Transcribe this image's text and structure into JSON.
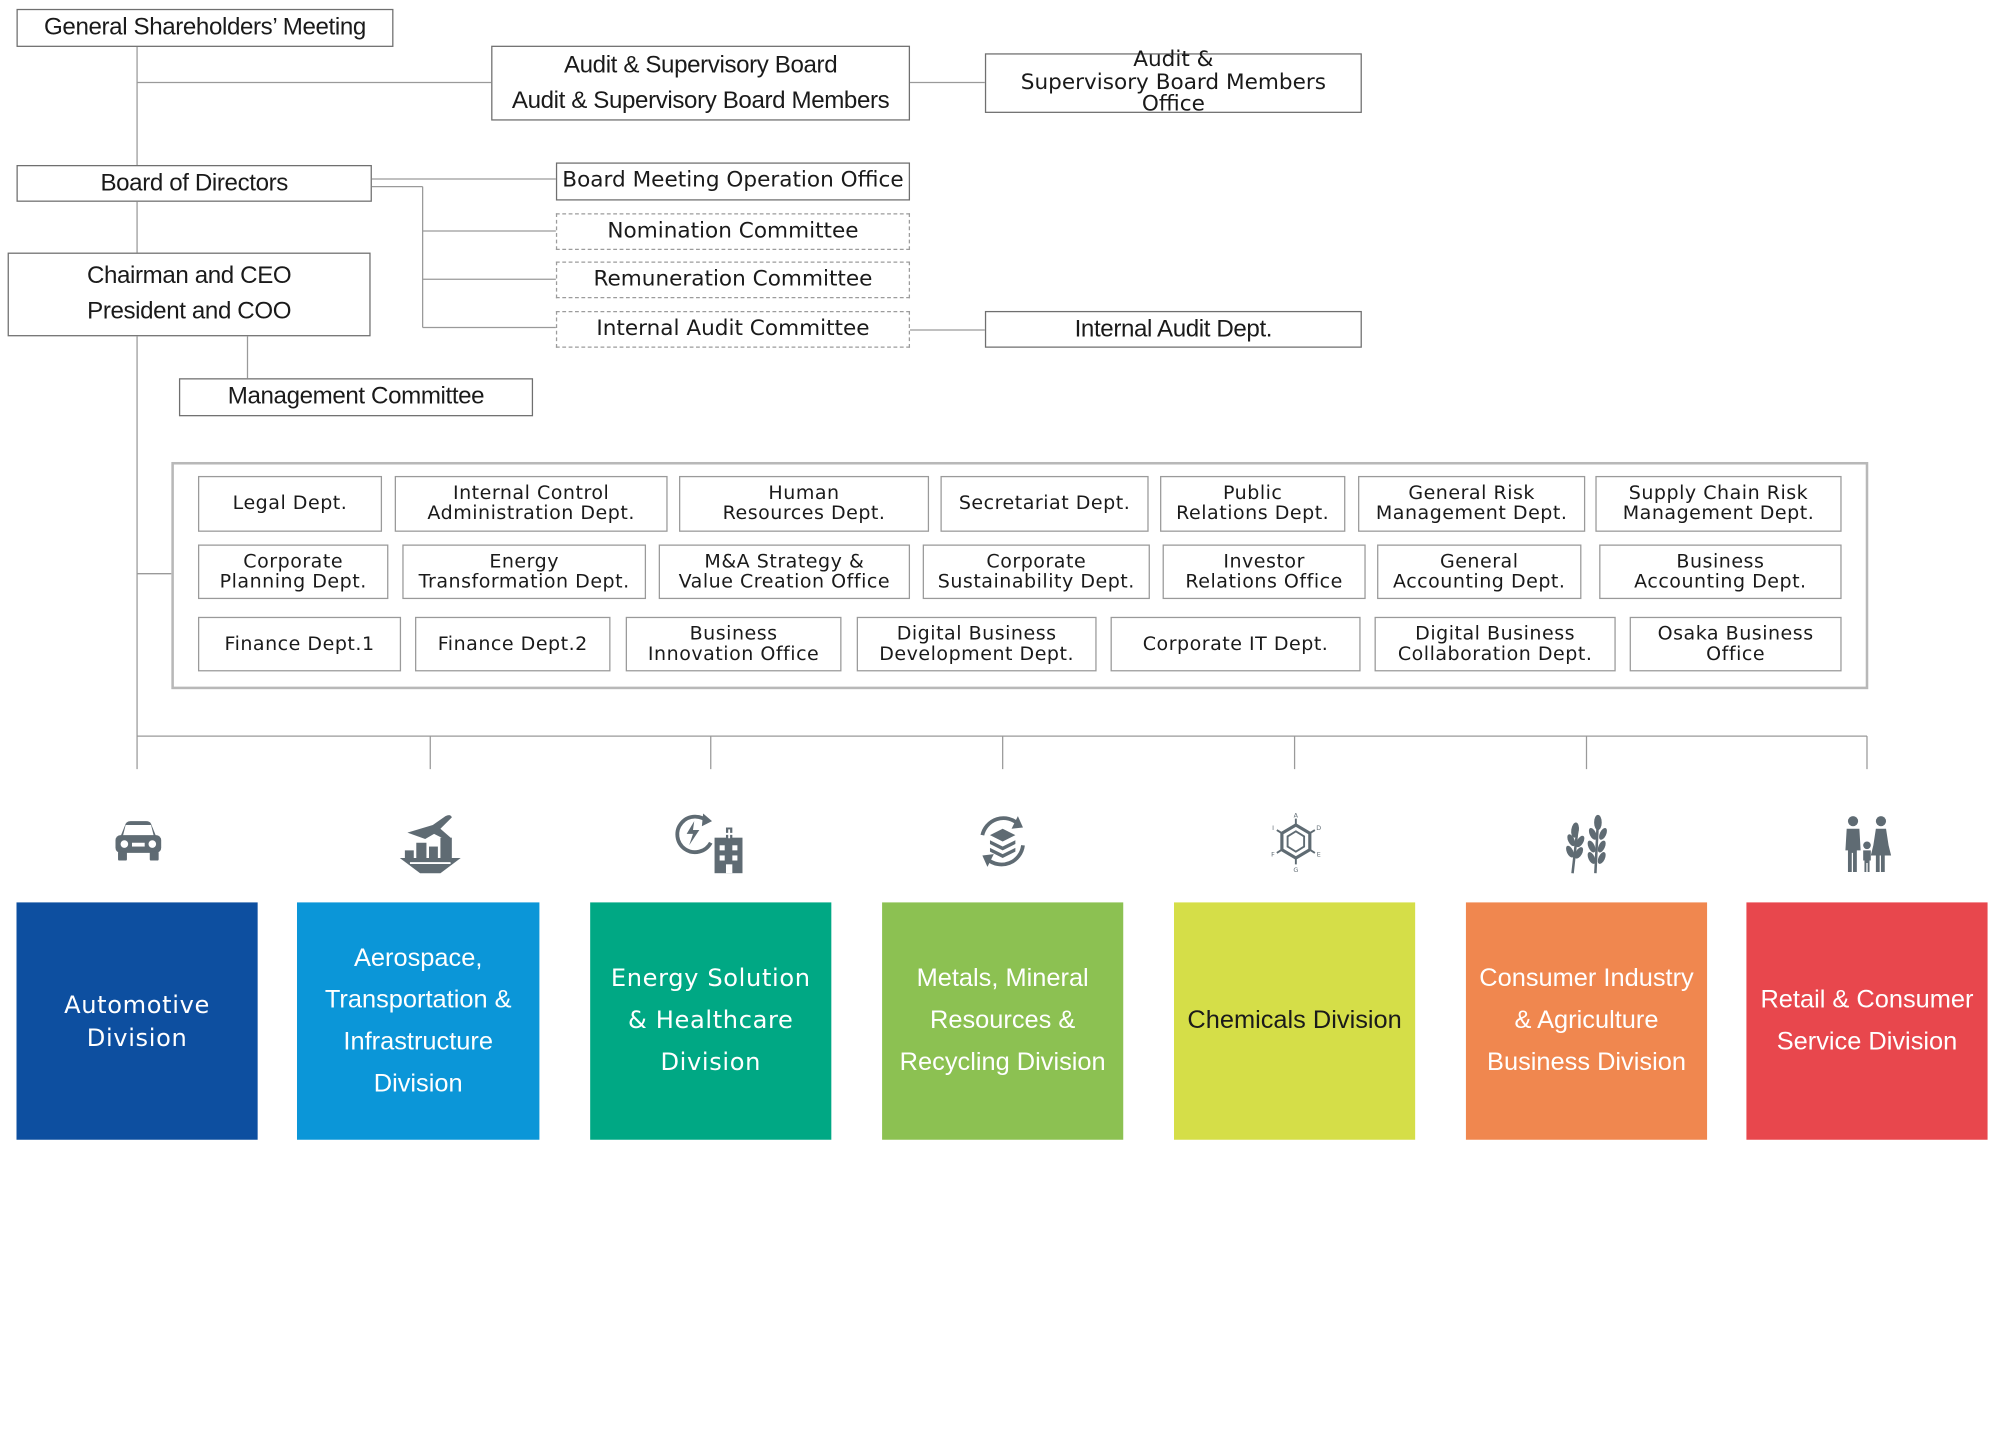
{
  "governance": {
    "shareholders": "General Shareholders’ Meeting",
    "audit_board": [
      "Audit & Supervisory Board",
      "Audit & Supervisory Board Members"
    ],
    "audit_office": [
      "Audit &",
      "Supervisory Board Members Office"
    ],
    "board": "Board of Directors",
    "board_office": "Board Meeting Operation Office",
    "nomination": "Nomination Committee",
    "remuneration": "Remuneration Committee",
    "internal_audit_committee": "Internal Audit Committee",
    "internal_audit_dept": "Internal Audit Dept.",
    "executives": [
      "Chairman and CEO",
      "President and COO"
    ],
    "management_committee": "Management Committee"
  },
  "departments": {
    "row1": [
      [
        "Legal Dept."
      ],
      [
        "Internal Control",
        "Administration Dept."
      ],
      [
        "Human",
        "Resources Dept."
      ],
      [
        "Secretariat Dept."
      ],
      [
        "Public",
        "Relations Dept."
      ],
      [
        "General Risk",
        "Management Dept."
      ],
      [
        "Supply Chain Risk",
        "Management Dept."
      ]
    ],
    "row2": [
      [
        "Corporate",
        "Planning Dept."
      ],
      [
        "Energy",
        "Transformation Dept."
      ],
      [
        "M&A Strategy &",
        "Value Creation Office"
      ],
      [
        "Corporate",
        "Sustainability Dept."
      ],
      [
        "Investor",
        "Relations Office"
      ],
      [
        "General",
        "Accounting Dept."
      ],
      [
        "Business",
        "Accounting Dept."
      ]
    ],
    "row3": [
      [
        "Finance Dept.1"
      ],
      [
        "Finance Dept.2"
      ],
      [
        "Business",
        "Innovation Office"
      ],
      [
        "Digital Business",
        "Development Dept."
      ],
      [
        "Corporate IT Dept."
      ],
      [
        "Digital Business",
        "Collaboration Dept."
      ],
      [
        "Osaka Business",
        "Office"
      ]
    ]
  },
  "divisions": [
    {
      "lines": [
        "Automotive",
        "Division"
      ],
      "color": "#0d4fa0",
      "icon": "car-icon"
    },
    {
      "lines": [
        "Aerospace,",
        "Transportation &",
        "Infrastructure",
        "Division"
      ],
      "color": "#0b96d8",
      "icon": "airplane-city-icon"
    },
    {
      "lines": [
        "Energy Solution",
        "& Healthcare",
        "Division"
      ],
      "color": "#00a884",
      "icon": "energy-hospital-icon"
    },
    {
      "lines": [
        "Metals, Mineral",
        "Resources &",
        "Recycling Division"
      ],
      "color": "#8cc152",
      "icon": "recycling-layers-icon"
    },
    {
      "lines": [
        "Chemicals Division"
      ],
      "color": "#d5de48",
      "icon": "chemical-structure-icon"
    },
    {
      "lines": [
        "Consumer Industry",
        "& Agriculture",
        "Business Division"
      ],
      "color": "#f0874f",
      "icon": "wheat-icon"
    },
    {
      "lines": [
        "Retail & Consumer",
        "Service Division"
      ],
      "color": "#e8474d",
      "icon": "family-icon"
    }
  ],
  "colors": {
    "line": "#9a9a9a",
    "icon": "#5f6b73"
  }
}
